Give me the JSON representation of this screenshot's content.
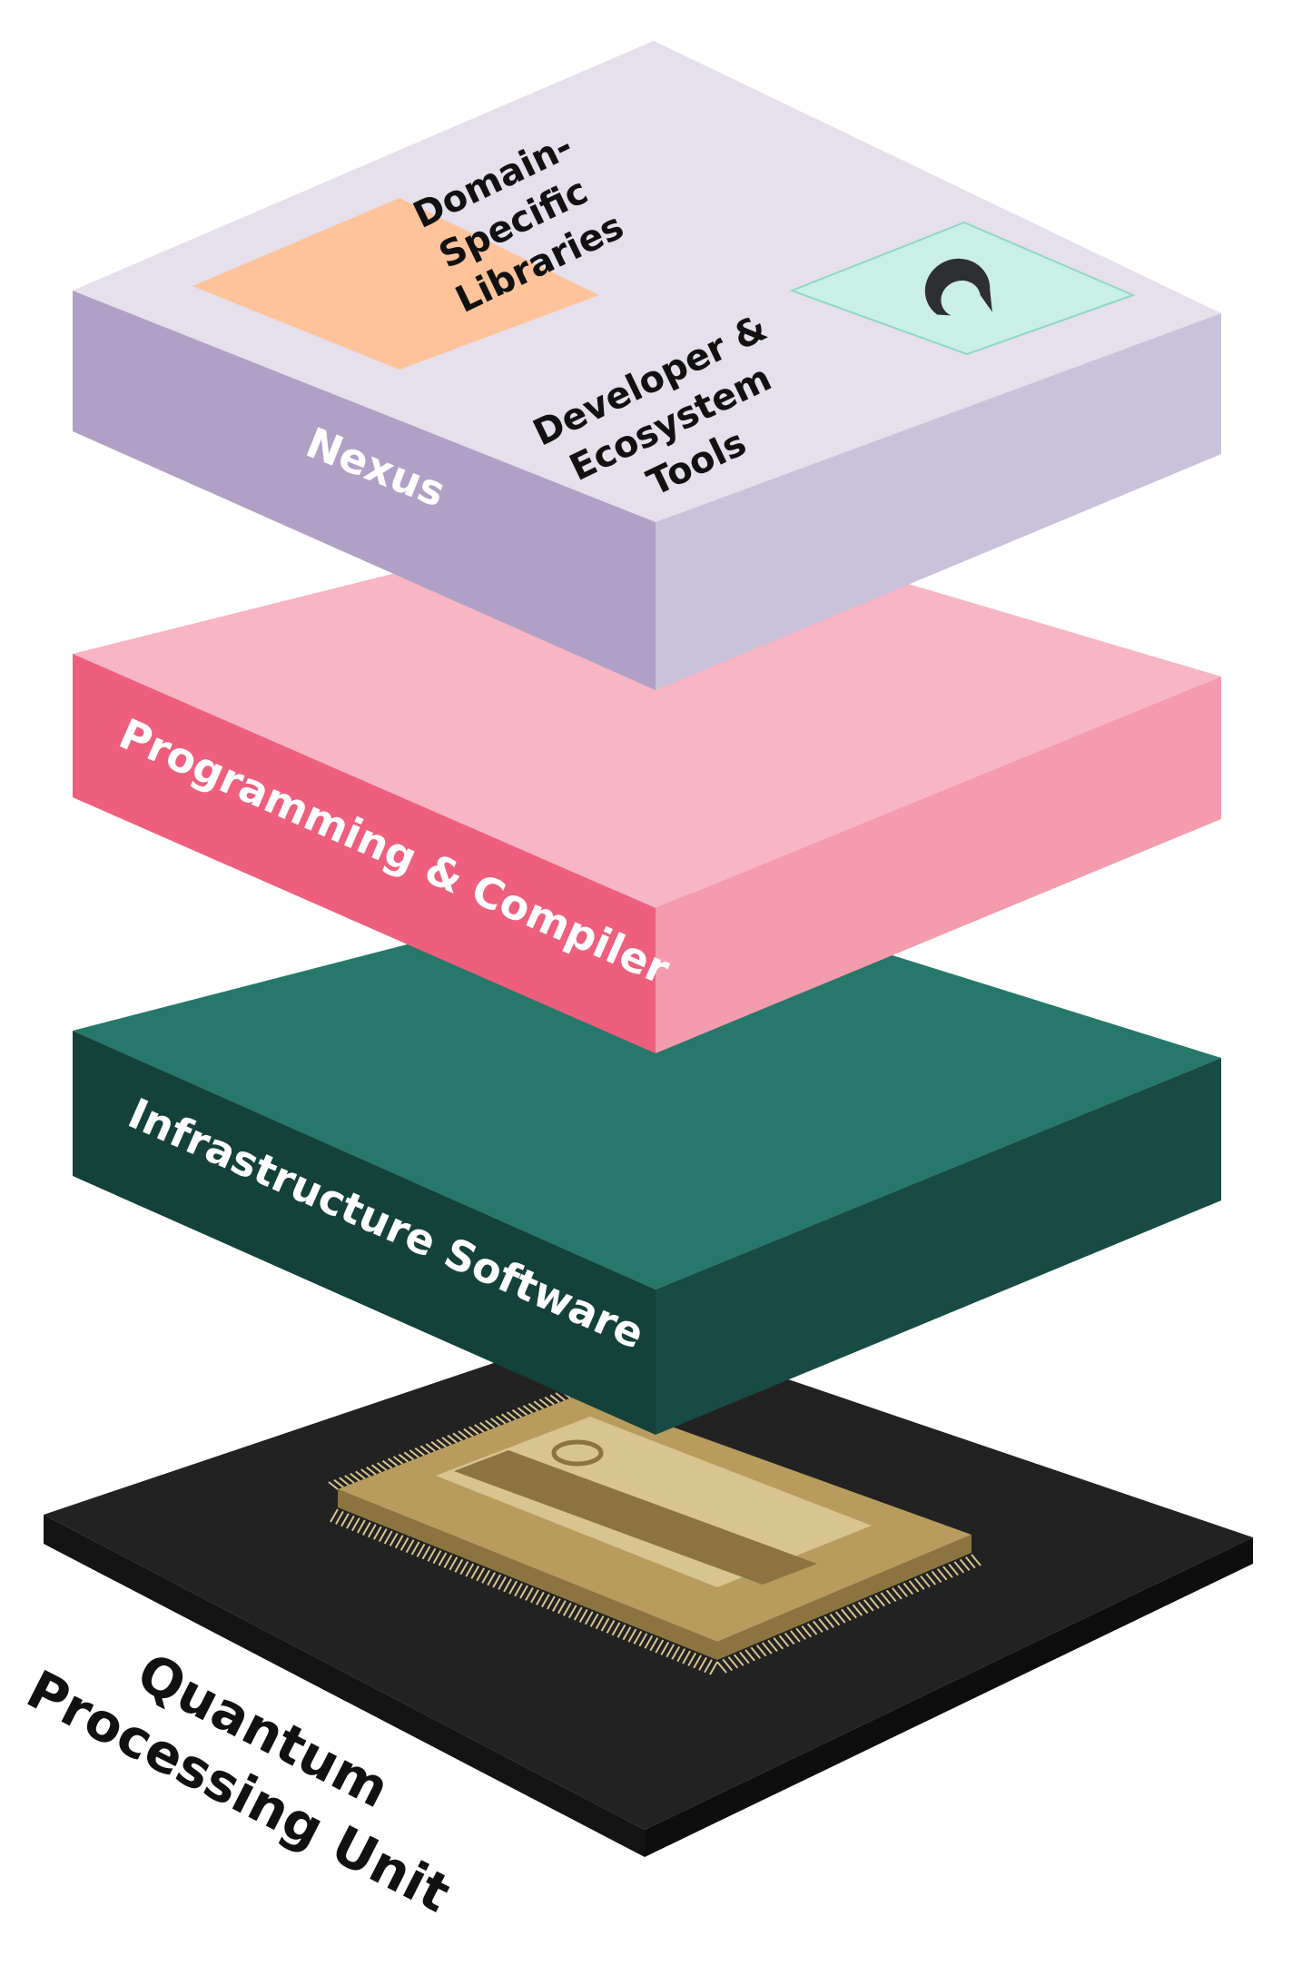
{
  "colors": {
    "nexus_top": "#E6DFEC",
    "nexus_left": "#B1A0C6",
    "nexus_right": "#CAC1DB",
    "nexus_orange_panel": "#FFC39B",
    "nexus_mint_panel": "#C9EFE6",
    "logo": "#2E2F31",
    "prog_top": "#F8B5C4",
    "prog_left": "#EE5F7E",
    "prog_right": "#F49BAE",
    "infra_top": "#25786A",
    "infra_left": "#14413A",
    "infra_right": "#174B43",
    "qpu_top": "#222222",
    "qpu_left": "#141414",
    "qpu_right": "#0E0E0E",
    "chip_gold": "#B79C5E",
    "chip_gold_dark": "#8C7440",
    "chip_gold_light": "#D8C48E",
    "label_light": "#FFFFFF",
    "label_dark": "#111111"
  },
  "icons": {
    "nexus_logo": "quantum-logo-icon"
  },
  "layers": {
    "nexus": {
      "label": "Nexus",
      "libraries": [
        "Domain-",
        "Specific",
        "Libraries"
      ],
      "tools": [
        "Developer &",
        "Ecosystem",
        "Tools"
      ]
    },
    "programming": {
      "label": "Programming & Compiler"
    },
    "infrastructure": {
      "label": "Infrastructure Software"
    },
    "qpu": {
      "label_lines": [
        "Quantum",
        "Processing Unit"
      ]
    }
  }
}
